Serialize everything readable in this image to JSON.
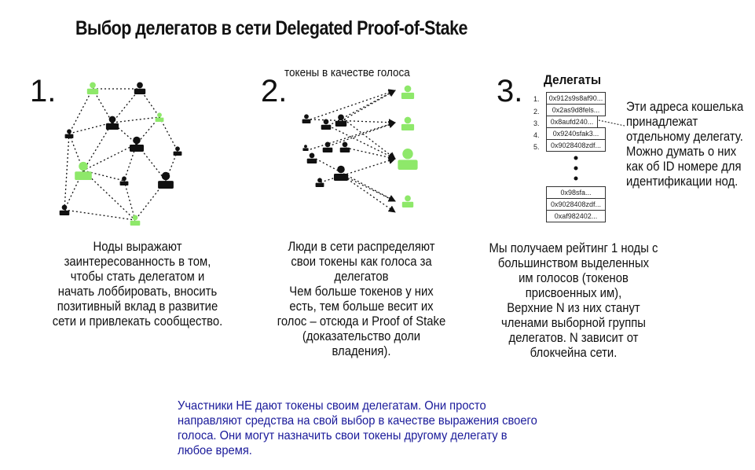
{
  "title": "Выбор делегатов в сети Delegated Proof-of-Stake",
  "colors": {
    "accent": "#8ee86a",
    "node": "#111111",
    "note": "#1a1a9a"
  },
  "step1": {
    "number": "1.",
    "text": "Ноды  выражают\nзаинтересованность в том,\nчтобы стать делегатом и\nначать лоббировать, вносить\nпозитивный вклад в развитие\nсети и привлекать сообщество."
  },
  "step2": {
    "number": "2.",
    "label": "токены в качестве голоса",
    "text": "Люди в сети распределяют\nсвои токены как голоса за\nделегатов\nЧем больше токенов у них\nесть, тем больше весит их\nголос – отсюда и Proof of Stake\n(доказательство доли\nвладения)."
  },
  "step3": {
    "number": "3.",
    "heading": "Делегаты",
    "indices": [
      "1.",
      "2.",
      "3.",
      "4.",
      "5."
    ],
    "addresses_top": [
      "0x912s9s8af90...",
      "0x2as9d8fels...",
      "0x8aufd240...",
      "0x9240sfak3...",
      "0x9028408zdf..."
    ],
    "addresses_bottom": [
      "0x98sfa...",
      "0x9028408zdf...",
      "0xaf982402..."
    ],
    "side_note": "Эти адреса кошелька\nпринадлежат\nотдельному делегату.\nМожно думать о них\nкак об ID номере для\nидентификации нод.",
    "text": "Мы получаем рейтинг 1 ноды с\nбольшинством выделенных\nим голосов (токенов\nприсвоенных им),\nВерхние N из них станут\nчленами выборной группы\nделегатов. N зависит от\nблокчейна сети."
  },
  "footer_note": "Участники НЕ дают токены своим делегатам. Они просто\nнаправляют средства на свой выбор в качестве выражения своего\nголоса. Они могут назначить свои токены другому делегату в\nлюбое время."
}
